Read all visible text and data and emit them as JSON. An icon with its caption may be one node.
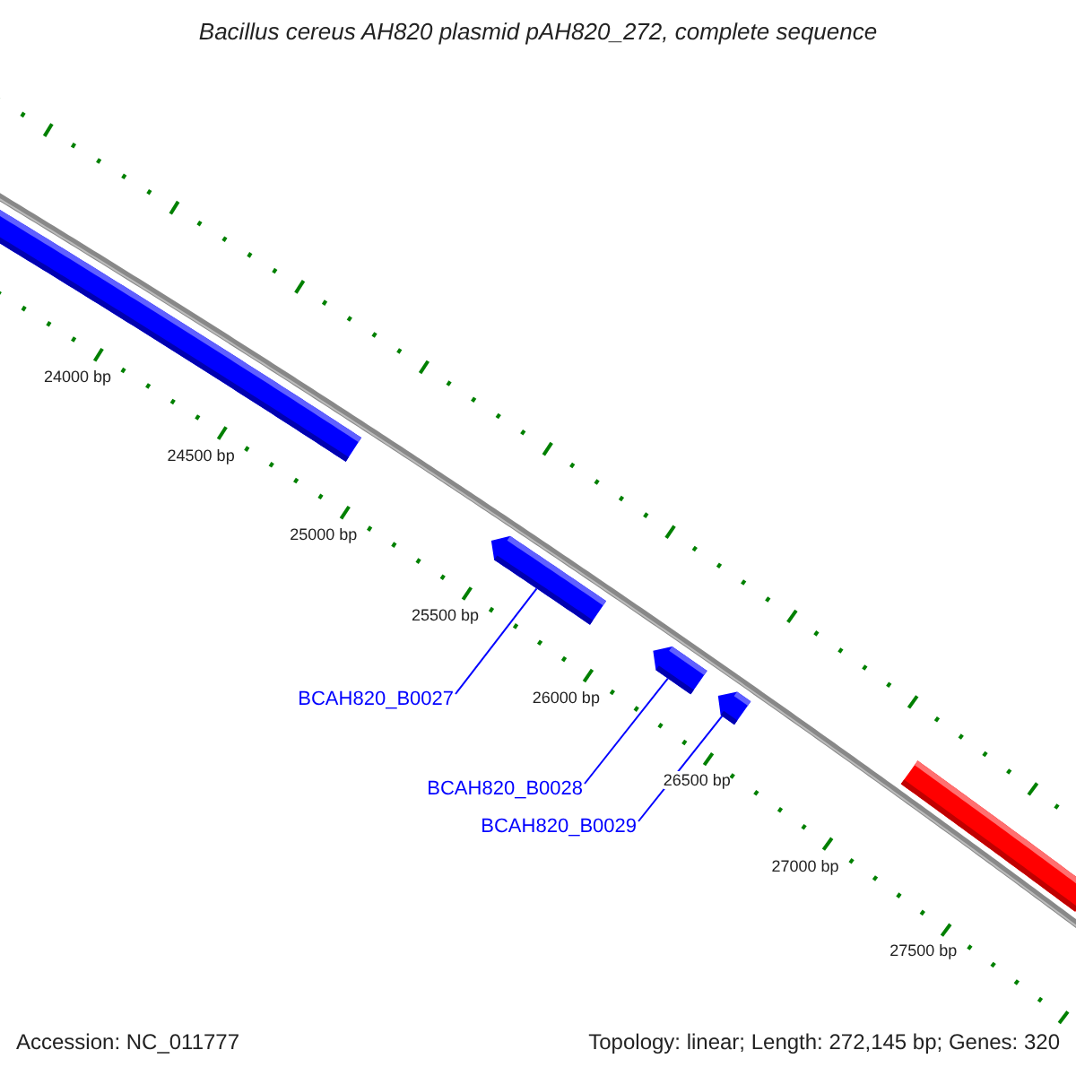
{
  "diagram": {
    "title": "Bacillus cereus AH820 plasmid pAH820_272, complete sequence",
    "nodes": [
      {
        "text": [],
        "shape": "bar"
      },
      {
        "text": [],
        "shape": "bar"
      },
      {
        "text": [],
        "shape": "bar"
      },
      {
        "text": [],
        "shape": "bar"
      },
      {
        "text": [],
        "shape": "bar"
      },
      {
        "text": [
          "BCAH820_B0027"
        ]
      },
      {
        "text": [
          "BCAH820_B0028"
        ]
      },
      {
        "text": [
          "BCAH820_B0029"
        ]
      }
    ],
    "edges": [
      {
        "from": 5,
        "to": 1,
        "arrow": "none"
      },
      {
        "from": 6,
        "to": 2,
        "arrow": "none"
      },
      {
        "from": 7,
        "to": 3,
        "arrow": "none"
      }
    ],
    "labels": [
      "24000 bp",
      "24500 bp",
      "25000 bp",
      "25500 bp",
      "26000 bp",
      "26500 bp",
      "27000 bp",
      "27500 bp",
      "Accession: NC_011777",
      "Topology: linear; Length: 272,145 bp; Genes: 320"
    ]
  }
}
